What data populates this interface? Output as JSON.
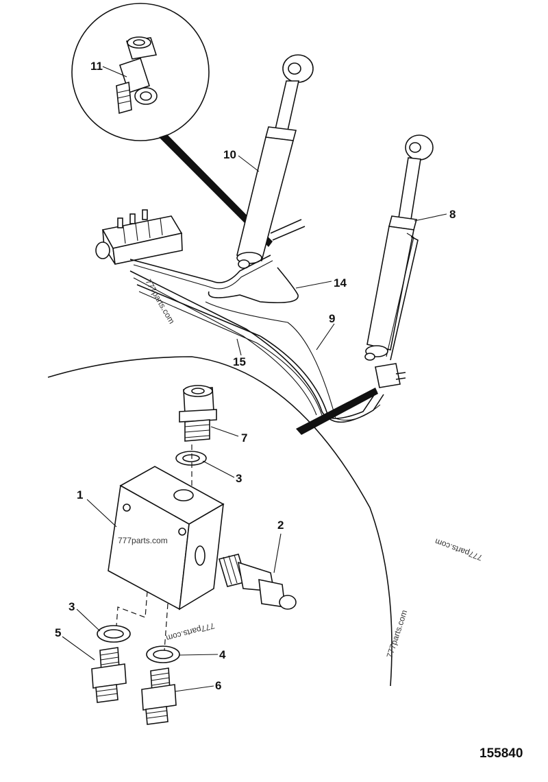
{
  "callouts": {
    "c1": "1",
    "c2": "2",
    "c3a": "3",
    "c3b": "3",
    "c4": "4",
    "c5": "5",
    "c6": "6",
    "c7": "7",
    "c8": "8",
    "c9": "9",
    "c10": "10",
    "c11": "11",
    "c14": "14",
    "c15": "15"
  },
  "watermarks": {
    "w1": "777parts.com",
    "w2": "777parts.com",
    "w3": "777parts.com",
    "w4": "777parts.com",
    "w5": "777parts.com"
  },
  "reference_number": "155840"
}
